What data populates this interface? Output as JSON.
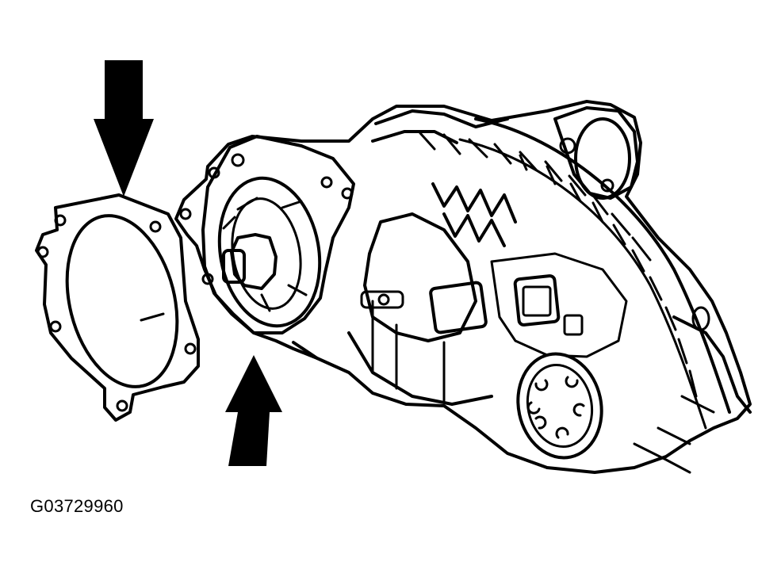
{
  "figure": {
    "code": "G03729960",
    "ink_color": "#000000",
    "background_color": "#ffffff",
    "parts": [
      "gasket",
      "transfer-case",
      "arrow-down",
      "arrow-up"
    ]
  }
}
